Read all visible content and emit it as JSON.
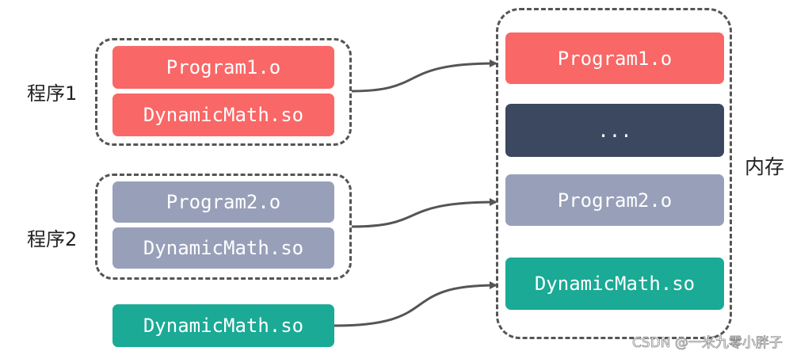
{
  "program1": {
    "label": "程序1",
    "blocks": [
      "Program1.o",
      "DynamicMath.so"
    ]
  },
  "program2": {
    "label": "程序2",
    "blocks": [
      "Program2.o",
      "DynamicMath.so"
    ]
  },
  "shared_lib": "DynamicMath.so",
  "memory": {
    "label": "内存",
    "blocks": [
      "Program1.o",
      "...",
      "Program2.o",
      "DynamicMath.so"
    ]
  },
  "colors": {
    "program1": "#f96766",
    "program2": "#98a0b9",
    "shared": "#1aaa96",
    "other": "#3c4760"
  },
  "watermark": "CSDN @一米九零小胖子"
}
